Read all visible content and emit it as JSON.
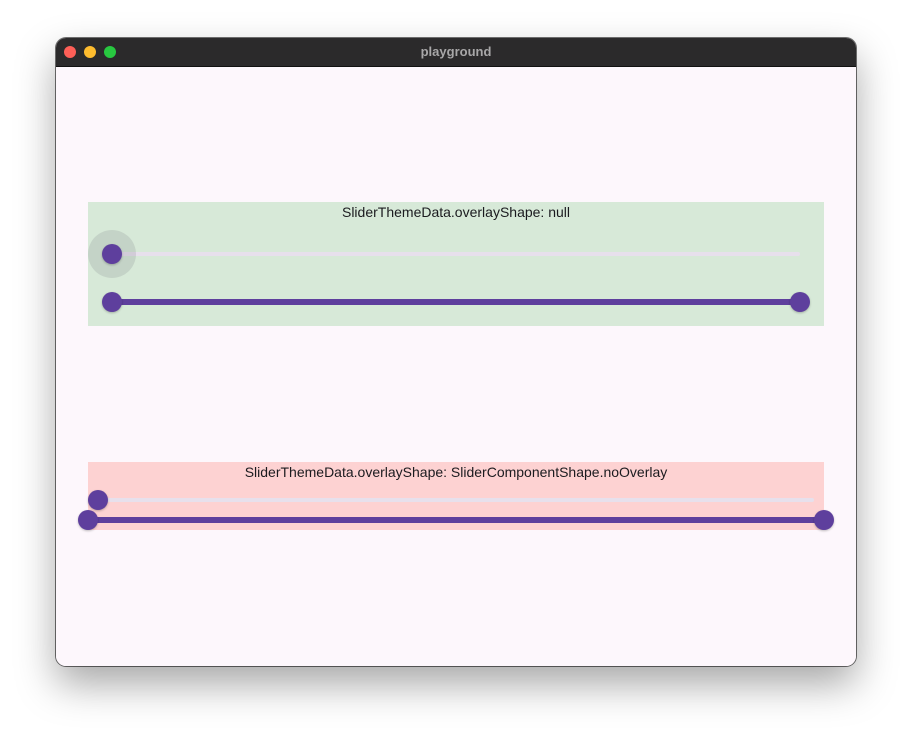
{
  "window": {
    "title": "playground"
  },
  "colors": {
    "accent": "#5e3f9d",
    "inactive_track": "#e7e0ec",
    "panel_null_bg": "#d7e9d8",
    "panel_no_overlay_bg": "#fdd2d2",
    "page_bg": "#fdf7fc"
  },
  "panels": [
    {
      "label": "SliderThemeData.overlayShape: null",
      "single_slider_value": 0.0,
      "single_slider_focused_overlay": true,
      "range_slider_values": [
        0.0,
        1.0
      ]
    },
    {
      "label": "SliderThemeData.overlayShape: SliderComponentShape.noOverlay",
      "single_slider_value": 0.0,
      "single_slider_focused_overlay": false,
      "range_slider_values": [
        0.0,
        1.0
      ]
    }
  ]
}
